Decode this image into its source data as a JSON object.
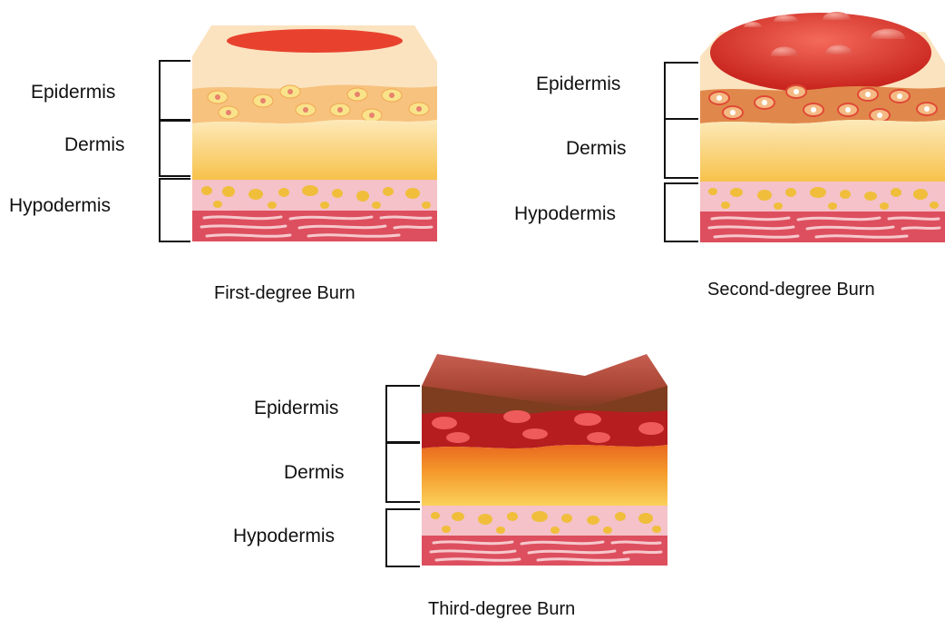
{
  "panels": [
    {
      "id": "first",
      "caption": "First-degree Burn",
      "labels": {
        "epidermis": "Epidermis",
        "dermis": "Dermis",
        "hypodermis": "Hypodermis"
      }
    },
    {
      "id": "second",
      "caption": "Second-degree Burn",
      "labels": {
        "epidermis": "Epidermis",
        "dermis": "Dermis",
        "hypodermis": "Hypodermis"
      }
    },
    {
      "id": "third",
      "caption": "Third-degree Burn",
      "labels": {
        "epidermis": "Epidermis",
        "dermis": "Dermis",
        "hypodermis": "Hypodermis"
      }
    }
  ],
  "colors": {
    "skin_surface": "#fbe3bf",
    "epidermis": "#f7c37f",
    "dermis_top": "#fde6b0",
    "dermis_bottom": "#f8c14c",
    "hypodermis": "#f3bfc6",
    "fat_cell": "#f0be3b",
    "muscle": "#dd4f5e",
    "burn_red": "#e2382d",
    "char_brown": "#8b3d22"
  }
}
